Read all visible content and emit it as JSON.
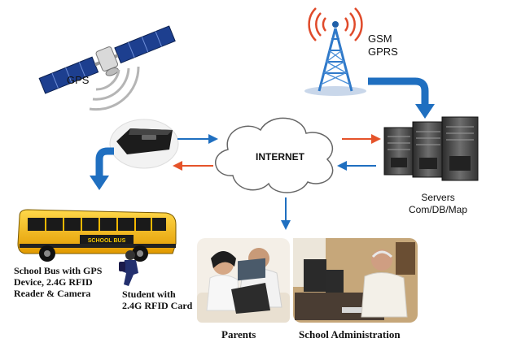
{
  "nodes": {
    "gps": {
      "label": "GPS"
    },
    "gsm": {
      "line1": "GSM",
      "line2": "GPRS"
    },
    "internet": {
      "label": "INTERNET"
    },
    "servers": {
      "line1": "Servers",
      "line2": "Com/DB/Map"
    },
    "bus": {
      "line1": "School Bus with GPS",
      "line2": "Device, 2.4G RFID",
      "line3": "Reader & Camera",
      "sign": "SCHOOL BUS"
    },
    "student": {
      "line1": "Student with",
      "line2": "2.4G RFID Card"
    },
    "parents": {
      "label": "Parents"
    },
    "admin": {
      "label": "School Administration"
    }
  },
  "colors": {
    "blue_arrow": "#1f6fc0",
    "orange_arrow": "#e5532a",
    "bus_yellow": "#f5b800",
    "cloud_outline": "#666666"
  }
}
